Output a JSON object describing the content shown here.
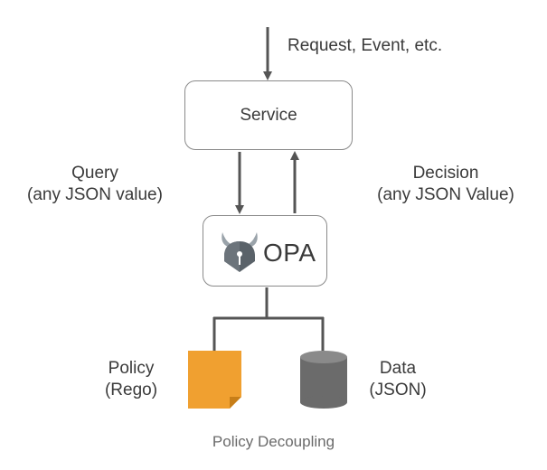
{
  "diagram": {
    "request_label": "Request, Event, etc.",
    "service_label": "Service",
    "query_label_line1": "Query",
    "query_label_line2": "(any JSON value)",
    "decision_label_line1": "Decision",
    "decision_label_line2": "(any JSON Value)",
    "opa_label": "OPA",
    "policy_label_line1": "Policy",
    "policy_label_line2": "(Rego)",
    "data_label_line1": "Data",
    "data_label_line2": "(JSON)",
    "caption": "Policy Decoupling"
  },
  "colors": {
    "line": "#555555",
    "box_border": "#8a8a8a",
    "policy_doc": "#f0a030",
    "data_db": "#6b6b6b",
    "opa_logo": "#5a6269",
    "opa_horns": "#9aa3aa"
  },
  "icons": [
    "opa-logo-icon",
    "policy-document-icon",
    "database-icon"
  ]
}
